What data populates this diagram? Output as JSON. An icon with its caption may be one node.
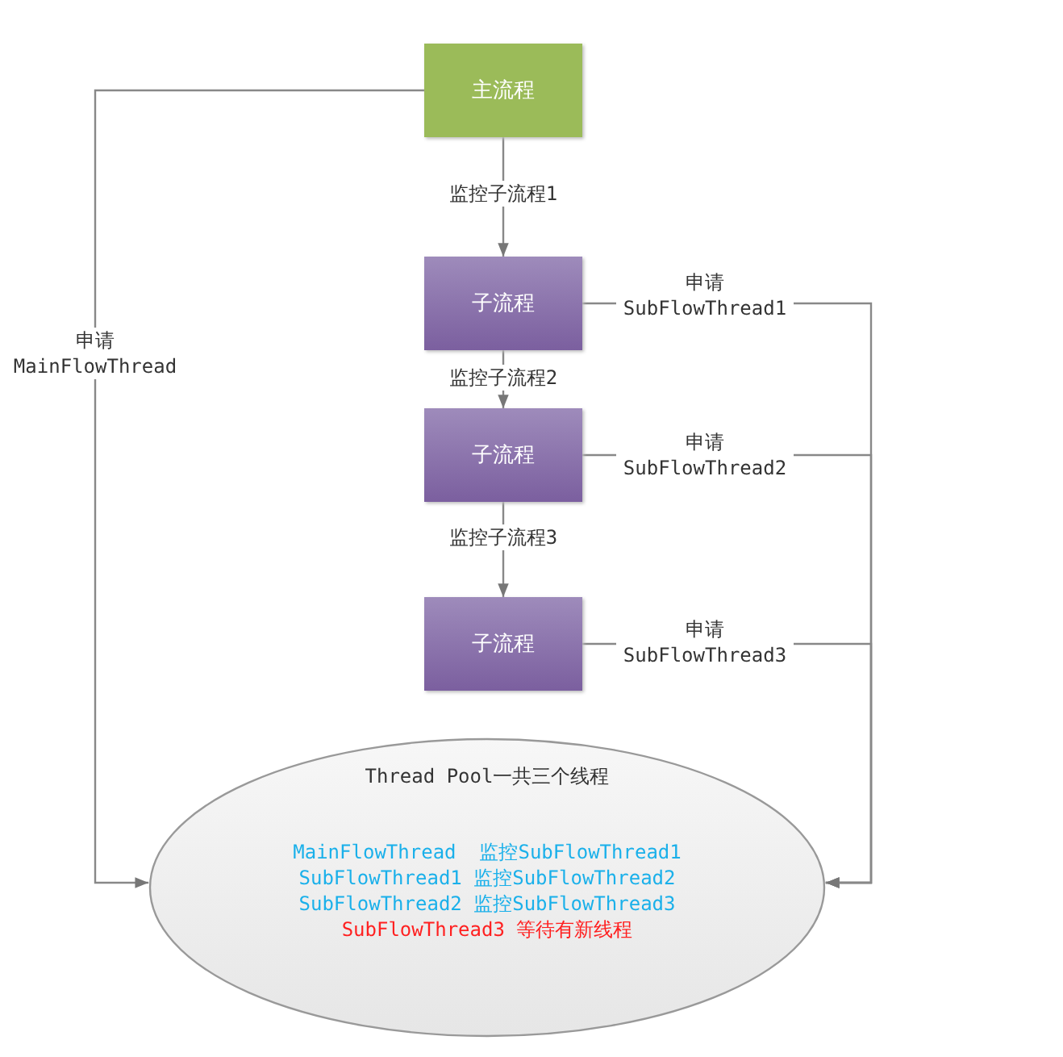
{
  "diagram": {
    "nodes": [
      {
        "text": [
          "主流程"
        ]
      },
      {
        "text": [
          "子流程"
        ]
      },
      {
        "text": [
          "子流程"
        ]
      },
      {
        "text": [
          "子流程"
        ]
      },
      {
        "text": [
          "Thread Pool一共三个线程",
          "MainFlowThread  监控SubFlowThread1",
          "SubFlowThread1 监控SubFlowThread2",
          "SubFlowThread2 监控SubFlowThread3",
          "SubFlowThread3 等待有新线程"
        ]
      }
    ],
    "edges": [
      {
        "from": 0,
        "to": 1,
        "arrow": "to",
        "label": "监控子流程1"
      },
      {
        "from": 1,
        "to": 2,
        "arrow": "to",
        "label": "监控子流程2"
      },
      {
        "from": 2,
        "to": 3,
        "arrow": "to",
        "label": "监控子流程3"
      },
      {
        "from": 0,
        "to": 4,
        "arrow": "to",
        "label": "申请 MainFlowThread"
      },
      {
        "from": 1,
        "to": 4,
        "arrow": "to",
        "label": "申请 SubFlowThread1"
      },
      {
        "from": 2,
        "to": 4,
        "arrow": "to",
        "label": "申请 SubFlowThread2"
      },
      {
        "from": 3,
        "to": 4,
        "arrow": "to",
        "label": "申请 SubFlowThread3"
      }
    ]
  }
}
